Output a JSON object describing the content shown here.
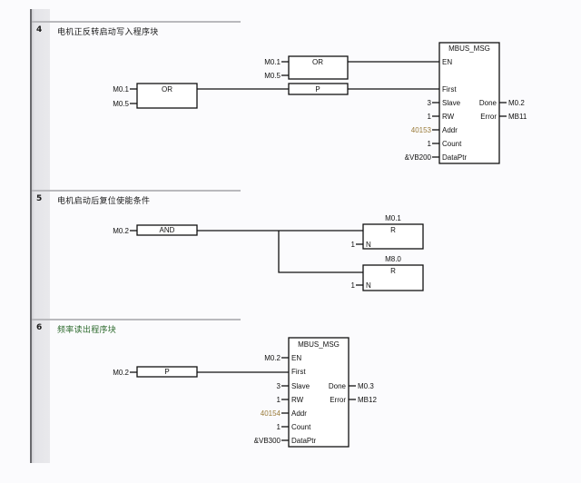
{
  "networks": [
    {
      "number": "4",
      "title": "电机正反转启动写入程序块",
      "title_color": "#222222",
      "blocks": {
        "or_left": {
          "type": "OR",
          "inputs": [
            "M0.1",
            "M0.5"
          ]
        },
        "or_upper": {
          "type": "OR",
          "inputs": [
            "M0.1",
            "M0.5"
          ]
        },
        "p_edge": {
          "type": "P"
        },
        "mbus": {
          "type": "MBUS_MSG",
          "pins_in": [
            "EN",
            "First",
            "Slave",
            "RW",
            "Addr",
            "Count",
            "DataPtr"
          ],
          "pins_out": [
            "Done",
            "Error"
          ],
          "in_values": {
            "Slave": "3",
            "RW": "1",
            "Addr": "40153",
            "Count": "1",
            "DataPtr": "&VB200"
          },
          "out_values": {
            "Done": "M0.2",
            "Error": "MB11"
          }
        }
      }
    },
    {
      "number": "5",
      "title": "电机启动后复位使能条件",
      "title_color": "#222222",
      "blocks": {
        "and_box": {
          "type": "AND",
          "inputs": [
            "M0.2"
          ]
        },
        "reset1": {
          "type": "R",
          "operand": "M0.1",
          "n_value": "1",
          "n_label": "N"
        },
        "reset2": {
          "type": "R",
          "operand": "M8.0",
          "n_value": "1",
          "n_label": "N"
        }
      }
    },
    {
      "number": "6",
      "title": "频率读出程序块",
      "title_color": "#2e6b2e",
      "blocks": {
        "p_edge": {
          "type": "P",
          "inputs": [
            "M0.2"
          ]
        },
        "mbus": {
          "type": "MBUS_MSG",
          "pins_in": [
            "EN",
            "First",
            "Slave",
            "RW",
            "Addr",
            "Count",
            "DataPtr"
          ],
          "pins_out": [
            "Done",
            "Error"
          ],
          "in_values": {
            "EN": "M0.2",
            "Slave": "3",
            "RW": "1",
            "Addr": "40154",
            "Count": "1",
            "DataPtr": "&VB300"
          },
          "out_values": {
            "Done": "M0.3",
            "Error": "MB12"
          }
        }
      }
    }
  ],
  "colors": {
    "address_value": "#9a7b3a",
    "gutter": "#e6e6ea"
  }
}
